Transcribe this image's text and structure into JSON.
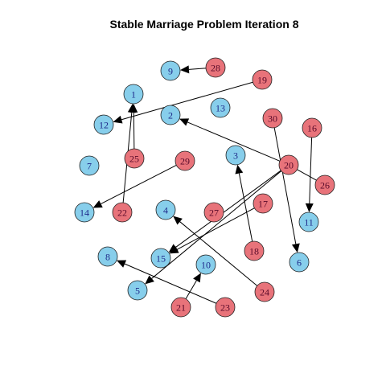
{
  "title": "Stable Marriage Problem Iteration 8",
  "colors": {
    "group_a": "#87CEEB",
    "group_b": "#E8737A",
    "label_a": "#1f2a8a",
    "label_b": "#5a0a2a",
    "edge": "#000000"
  },
  "nodes": [
    {
      "id": "1",
      "group": "a"
    },
    {
      "id": "2",
      "group": "a"
    },
    {
      "id": "3",
      "group": "a"
    },
    {
      "id": "4",
      "group": "a"
    },
    {
      "id": "5",
      "group": "a"
    },
    {
      "id": "6",
      "group": "a"
    },
    {
      "id": "7",
      "group": "a"
    },
    {
      "id": "8",
      "group": "a"
    },
    {
      "id": "9",
      "group": "a"
    },
    {
      "id": "10",
      "group": "a"
    },
    {
      "id": "11",
      "group": "a"
    },
    {
      "id": "12",
      "group": "a"
    },
    {
      "id": "13",
      "group": "a"
    },
    {
      "id": "14",
      "group": "a"
    },
    {
      "id": "15",
      "group": "a"
    },
    {
      "id": "16",
      "group": "b"
    },
    {
      "id": "17",
      "group": "b"
    },
    {
      "id": "18",
      "group": "b"
    },
    {
      "id": "19",
      "group": "b"
    },
    {
      "id": "20",
      "group": "b"
    },
    {
      "id": "21",
      "group": "b"
    },
    {
      "id": "22",
      "group": "b"
    },
    {
      "id": "23",
      "group": "b"
    },
    {
      "id": "24",
      "group": "b"
    },
    {
      "id": "25",
      "group": "b"
    },
    {
      "id": "26",
      "group": "b"
    },
    {
      "id": "27",
      "group": "b"
    },
    {
      "id": "28",
      "group": "b"
    },
    {
      "id": "29",
      "group": "b"
    },
    {
      "id": "30",
      "group": "b"
    }
  ],
  "edges": [
    {
      "from": "28",
      "to": "9",
      "arrow": true
    },
    {
      "from": "19",
      "to": "12",
      "arrow": true
    },
    {
      "from": "25",
      "to": "1",
      "arrow": true
    },
    {
      "from": "22",
      "to": "1",
      "arrow": true
    },
    {
      "from": "20",
      "to": "2",
      "arrow": true
    },
    {
      "from": "18",
      "to": "3",
      "arrow": true
    },
    {
      "from": "29",
      "to": "14",
      "arrow": true
    },
    {
      "from": "16",
      "to": "11",
      "arrow": true
    },
    {
      "from": "30",
      "to": "6",
      "arrow": true
    },
    {
      "from": "20",
      "to": "26",
      "arrow": false
    },
    {
      "from": "20",
      "to": "15",
      "arrow": true
    },
    {
      "from": "17",
      "to": "15",
      "arrow": true
    },
    {
      "from": "20",
      "to": "5",
      "arrow": true
    },
    {
      "from": "24",
      "to": "4",
      "arrow": true
    },
    {
      "from": "21",
      "to": "10",
      "arrow": true
    },
    {
      "from": "23",
      "to": "8",
      "arrow": true
    }
  ]
}
